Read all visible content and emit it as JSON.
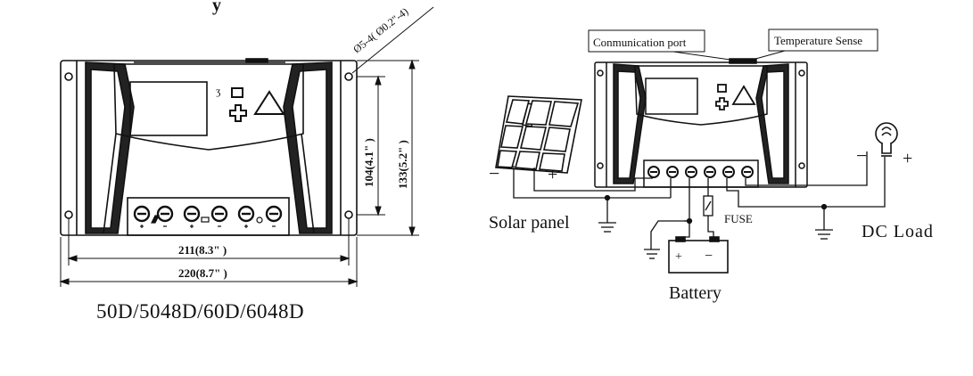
{
  "left_drawing": {
    "top_label_partial": "y",
    "hole_callout": "Ø5-4( Ø0.2\"-4)",
    "height_inner": "104(4.1\" )",
    "height_outer": "133(5.2\" )",
    "width_inner": "211(8.3\" )",
    "width_outer": "220(8.7\" )",
    "model_caption": "50D/5048D/60D/6048D"
  },
  "right_drawing": {
    "comm_port_label": "Conmunication port",
    "temp_sense_label": "Temperature Sense",
    "solar_label": "Solar panel",
    "fuse_label": "FUSE",
    "battery_label": "Battery",
    "load_label": "DC Load",
    "minus_sign": "−",
    "plus_sign": "+"
  }
}
